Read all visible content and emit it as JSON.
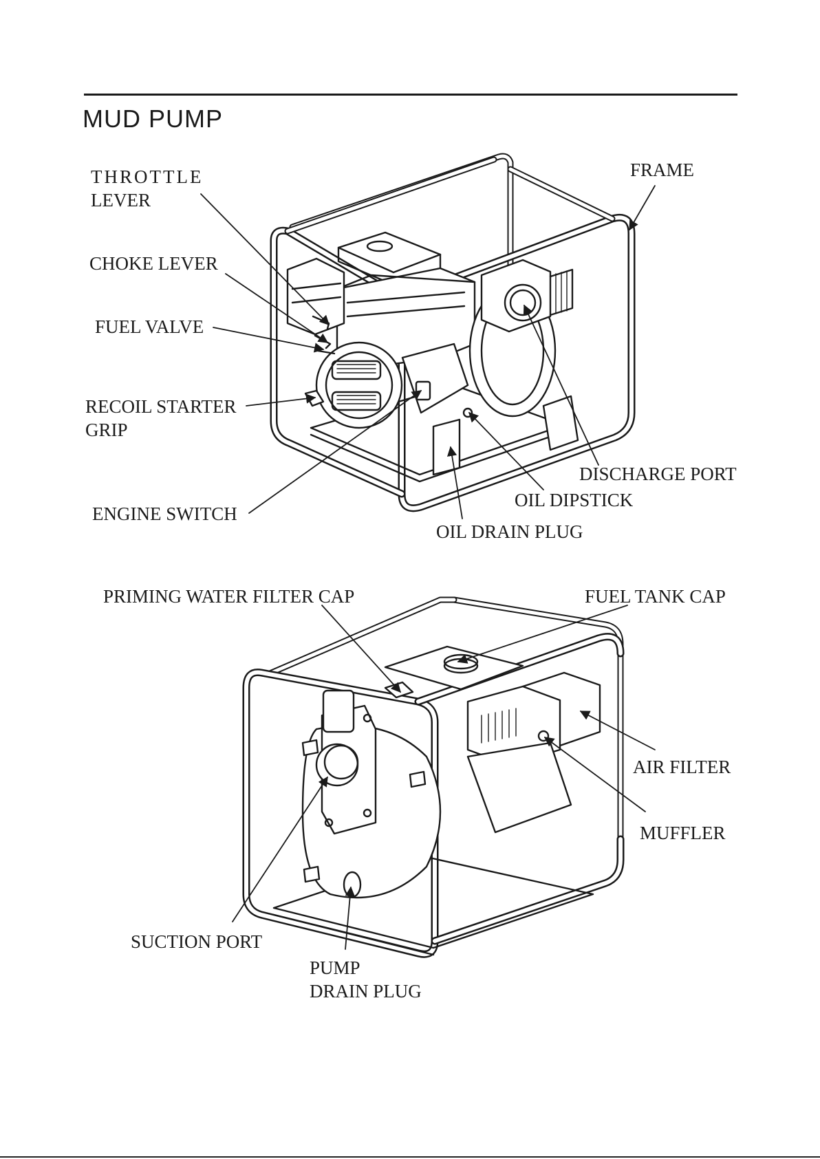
{
  "header": {
    "title": "MUD PUMP"
  },
  "top_view": {
    "labels": {
      "throttle_lever_1": "THROTTLE",
      "throttle_lever_2": "LEVER",
      "choke_lever": "CHOKE LEVER",
      "fuel_valve": "FUEL VALVE",
      "recoil_starter_1": "RECOIL STARTER",
      "recoil_starter_2": "GRIP",
      "engine_switch": "ENGINE SWITCH",
      "frame": "FRAME",
      "discharge_port": "DISCHARGE PORT",
      "oil_dipstick": "OIL DIPSTICK",
      "oil_drain_plug": "OIL DRAIN PLUG"
    }
  },
  "bottom_view": {
    "labels": {
      "priming_cap": "PRIMING WATER FILTER CAP",
      "fuel_tank_cap": "FUEL TANK CAP",
      "air_filter": "AIR FILTER",
      "muffler": "MUFFLER",
      "suction_port": "SUCTION PORT",
      "pump_drain_1": "PUMP",
      "pump_drain_2": "DRAIN PLUG"
    }
  }
}
